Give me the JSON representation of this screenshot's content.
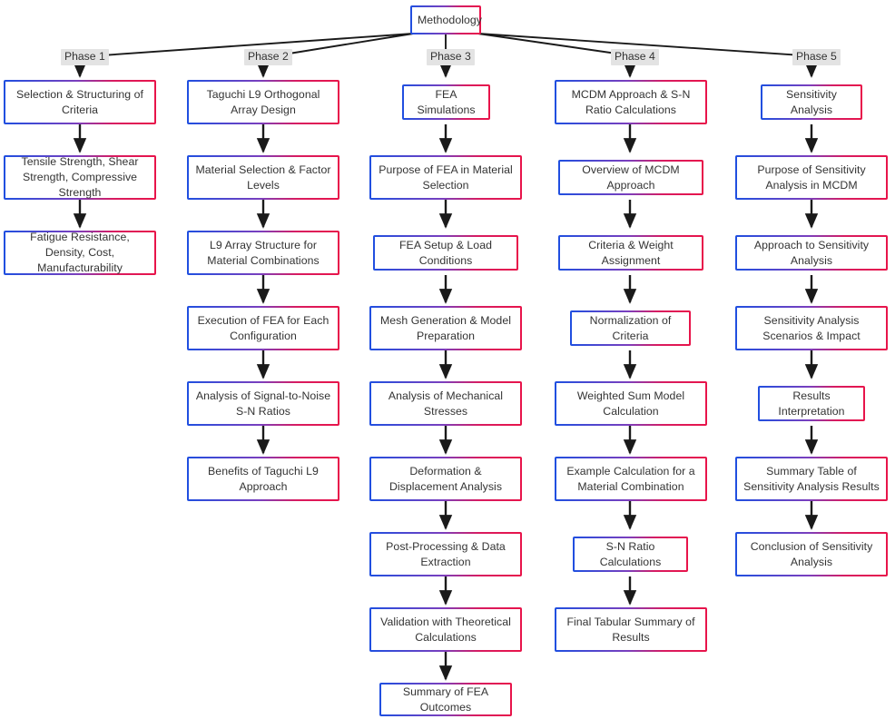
{
  "diagram": {
    "type": "flowchart",
    "title": "Methodology",
    "orientation": "top-down, five parallel phase columns",
    "root": {
      "id": "root",
      "label": "Methodology"
    },
    "edge_labels": [
      {
        "id": "phase1",
        "label": "Phase 1"
      },
      {
        "id": "phase2",
        "label": "Phase 2"
      },
      {
        "id": "phase3",
        "label": "Phase 3"
      },
      {
        "id": "phase4",
        "label": "Phase 4"
      },
      {
        "id": "phase5",
        "label": "Phase 5"
      }
    ],
    "columns": [
      {
        "phase": "Phase 1",
        "nodes": [
          {
            "id": "p1n1",
            "label": "Selection & Structuring of Criteria"
          },
          {
            "id": "p1n2",
            "label": "Tensile Strength, Shear Strength, Compressive Strength"
          },
          {
            "id": "p1n3",
            "label": "Fatigue Resistance, Density, Cost, Manufacturability"
          }
        ]
      },
      {
        "phase": "Phase 2",
        "nodes": [
          {
            "id": "p2n1",
            "label": "Taguchi L9 Orthogonal Array Design"
          },
          {
            "id": "p2n2",
            "label": "Material Selection & Factor Levels"
          },
          {
            "id": "p2n3",
            "label": "L9 Array Structure for Material Combinations"
          },
          {
            "id": "p2n4",
            "label": "Execution of FEA for Each Configuration"
          },
          {
            "id": "p2n5",
            "label": "Analysis of Signal-to-Noise S-N Ratios"
          },
          {
            "id": "p2n6",
            "label": "Benefits of Taguchi L9 Approach"
          }
        ]
      },
      {
        "phase": "Phase 3",
        "nodes": [
          {
            "id": "p3n1",
            "label": "FEA Simulations"
          },
          {
            "id": "p3n2",
            "label": "Purpose of FEA in Material Selection"
          },
          {
            "id": "p3n3",
            "label": "FEA Setup & Load Conditions"
          },
          {
            "id": "p3n4",
            "label": "Mesh Generation & Model Preparation"
          },
          {
            "id": "p3n5",
            "label": "Analysis of Mechanical Stresses"
          },
          {
            "id": "p3n6",
            "label": "Deformation & Displacement Analysis"
          },
          {
            "id": "p3n7",
            "label": "Post-Processing & Data Extraction"
          },
          {
            "id": "p3n8",
            "label": "Validation with Theoretical Calculations"
          },
          {
            "id": "p3n9",
            "label": "Summary of FEA Outcomes"
          }
        ]
      },
      {
        "phase": "Phase 4",
        "nodes": [
          {
            "id": "p4n1",
            "label": "MCDM Approach & S-N Ratio Calculations"
          },
          {
            "id": "p4n2",
            "label": "Overview of MCDM Approach"
          },
          {
            "id": "p4n3",
            "label": "Criteria & Weight Assignment"
          },
          {
            "id": "p4n4",
            "label": "Normalization of Criteria"
          },
          {
            "id": "p4n5",
            "label": "Weighted Sum Model Calculation"
          },
          {
            "id": "p4n6",
            "label": "Example Calculation for a Material Combination"
          },
          {
            "id": "p4n7",
            "label": "S-N Ratio Calculations"
          },
          {
            "id": "p4n8",
            "label": "Final Tabular Summary of Results"
          }
        ]
      },
      {
        "phase": "Phase 5",
        "nodes": [
          {
            "id": "p5n1",
            "label": "Sensitivity Analysis"
          },
          {
            "id": "p5n2",
            "label": "Purpose of Sensitivity Analysis in MCDM"
          },
          {
            "id": "p5n3",
            "label": "Approach to Sensitivity Analysis"
          },
          {
            "id": "p5n4",
            "label": "Sensitivity Analysis Scenarios & Impact"
          },
          {
            "id": "p5n5",
            "label": "Results Interpretation"
          },
          {
            "id": "p5n6",
            "label": "Summary Table of Sensitivity Analysis Results"
          },
          {
            "id": "p5n7",
            "label": "Conclusion of Sensitivity Analysis"
          }
        ]
      }
    ],
    "colors": {
      "node_border_start": "#1f4fe0",
      "node_border_end": "#e8144a",
      "node_fill": "#ffffff",
      "node_text": "#333333",
      "edge_stroke": "#1a1a1a",
      "edge_label_background": "#e3e3e3",
      "page_background": "#ffffff"
    }
  }
}
